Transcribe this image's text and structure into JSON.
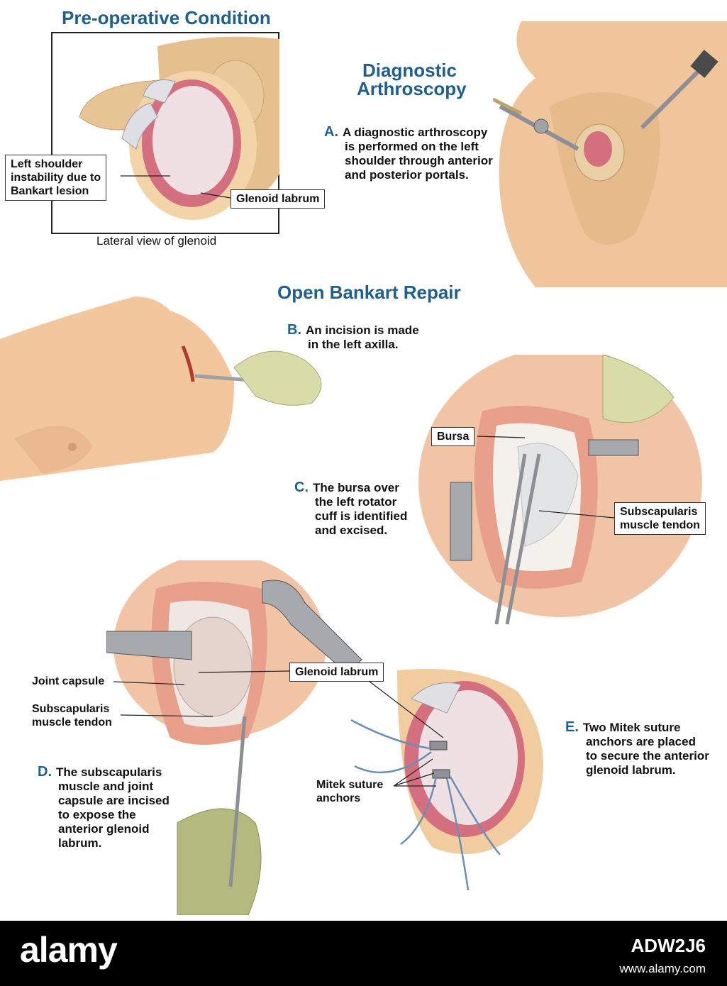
{
  "titles": {
    "preop": "Pre-operative Condition",
    "diagnostic_1": "Diagnostic",
    "diagnostic_2": "Arthroscopy",
    "open": "Open Bankart Repair"
  },
  "preop": {
    "callout_instability": [
      "Left shoulder",
      "instability due to",
      "Bankart lesion"
    ],
    "callout_labrum": "Glenoid labrum",
    "caption": "Lateral view of glenoid"
  },
  "steps": {
    "a": {
      "letter": "A.",
      "lines": [
        "A diagnostic arthroscopy",
        "is performed on the left",
        "shoulder through anterior",
        "and posterior portals."
      ]
    },
    "b": {
      "letter": "B.",
      "lines": [
        "An incision is made",
        "in the left axilla."
      ]
    },
    "c": {
      "letter": "C.",
      "lines": [
        "The bursa over",
        "the left rotator",
        "cuff is identified",
        "and excised."
      ]
    },
    "d": {
      "letter": "D.",
      "lines": [
        "The subscapularis",
        "muscle and joint",
        "capsule are incised",
        "to expose the",
        "anterior glenoid",
        "labrum."
      ]
    },
    "e": {
      "letter": "E.",
      "lines": [
        "Two Mitek suture",
        "anchors are placed",
        "to secure the anterior",
        "glenoid labrum."
      ]
    }
  },
  "labels": {
    "bursa": "Bursa",
    "subscap_c": [
      "Subscapularis",
      "muscle tendon"
    ],
    "joint_capsule": "Joint capsule",
    "subscap_d": [
      "Subscapularis",
      "muscle tendon"
    ],
    "glenoid_labrum_d": "Glenoid labrum",
    "mitek": [
      "Mitek suture",
      "anchors"
    ]
  },
  "watermark": {
    "brand": "alamy",
    "image_id": "ADW2J6",
    "url": "www.alamy.com"
  },
  "colors": {
    "title_blue": "#1f5f8b",
    "skin": "#f0c39a",
    "muscle": "#c8403a",
    "glove": "#d9dca8",
    "cartilage": "#eddde0",
    "labrum": "#d97a8a",
    "metal": "#9a9da3"
  }
}
